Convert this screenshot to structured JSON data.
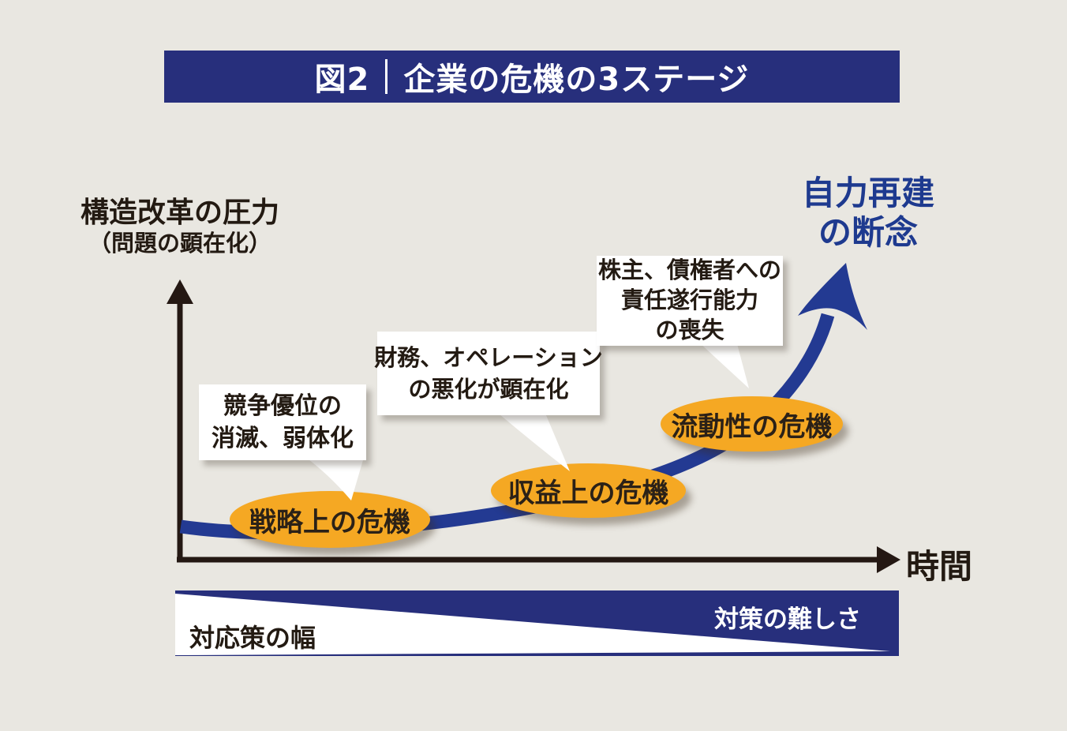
{
  "title": {
    "prefix": "図2",
    "main": "企業の危機の3ステージ"
  },
  "y_axis": {
    "label_line1": "構造改革の圧力",
    "label_line2": "（問題の顕在化）"
  },
  "x_axis": {
    "label": "時間"
  },
  "outcome": {
    "line1": "自力再建",
    "line2": "の断念"
  },
  "stages": [
    {
      "label": "戦略上の危機",
      "bubble_line1": "競争優位の",
      "bubble_line2": "消滅、弱体化"
    },
    {
      "label": "収益上の危機",
      "bubble_line1": "財務、オペレーション",
      "bubble_line2": "の悪化が顕在化"
    },
    {
      "label": "流動性の危機",
      "bubble_line1": "株主、債権者への",
      "bubble_line2": "責任遂行能力",
      "bubble_line3": "の喪失"
    }
  ],
  "footer_band": {
    "left_label": "対応策の幅",
    "right_label": "対策の難しさ"
  },
  "colors": {
    "navy": "#272f7c",
    "curve_navy": "#233a92",
    "orange": "#f5a823",
    "background": "#e9e7e1",
    "axis_dark": "#241813",
    "text_dark": "#231a12",
    "outcome_text": "#1e3a8f",
    "white": "#ffffff"
  }
}
